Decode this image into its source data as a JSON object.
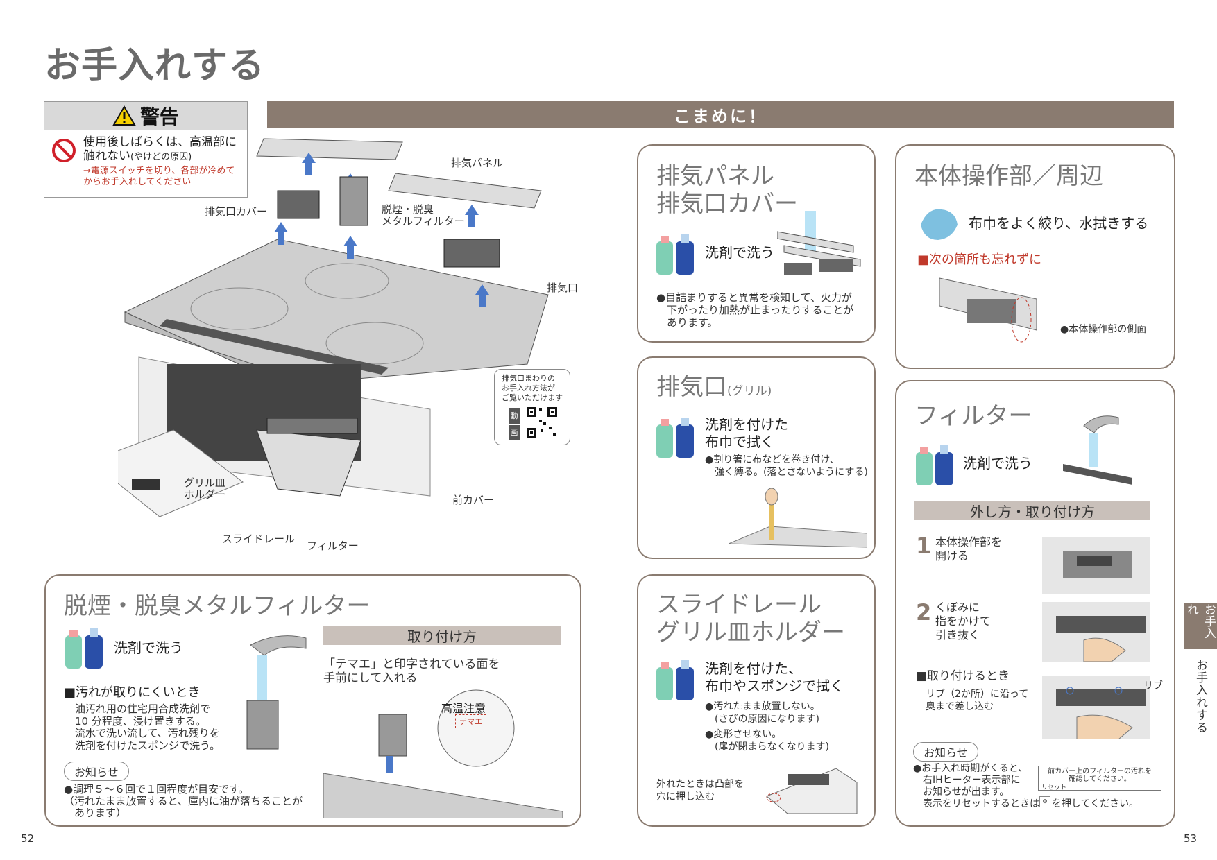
{
  "page_title": "お手入れする",
  "warning": {
    "heading": "警告",
    "main": "使用後しばらくは、高温部に触れない",
    "main_note": "(やけどの原因)",
    "action": "→電源スイッチを切り、各部が冷めてからお手入れしてください"
  },
  "banner": "こまめに！",
  "diagram_labels": {
    "exhaust_panel": "排気パネル",
    "exhaust_cover": "排気口カバー",
    "metal_filter": "脱煙・脱臭\nメタルフィルター",
    "exhaust_port": "排気口",
    "grill_holder": "グリル皿\nホルダー",
    "front_cover": "前カバー",
    "slide_rail": "スライドレール",
    "filter": "フィルター"
  },
  "qr": {
    "text": "排気口まわりの\nお手入れ方法が\nご覧いただけます",
    "tag1": "動",
    "tag2": "画"
  },
  "metal_filter_panel": {
    "title": "脱煙・脱臭メタルフィルター",
    "wash": "洗剤で洗う",
    "hard_heading": "■汚れが取りにくいとき",
    "hard_text": "油汚れ用の住宅用合成洗剤で\n10 分程度、浸け置きする。\n流水で洗い流して、汚れ残りを\n洗剤を付けたスポンジで洗う。",
    "oshirase": "お知らせ",
    "note": "●調理５～６回で１回程度が目安です。\n（汚れたまま放置すると、庫内に油が落ちることが\n　あります）",
    "attach_bar": "取り付け方",
    "attach_text": "「テマエ」と印字されている面を\n手前にして入れる",
    "hot_label": "高温注意",
    "temae": "テマエ"
  },
  "exhaust_panel_box": {
    "title": "排気パネル\n排気口カバー",
    "wash": "洗剤で洗う",
    "note": "●目詰まりすると異常を検知して、火力が\n　下がったり加熱が止まったりすることが\n　あります。"
  },
  "exhaust_port_box": {
    "title": "排気口",
    "title_sub": "(グリル)",
    "wash": "洗剤を付けた\n布巾で拭く",
    "note": "●割り箸に布などを巻き付け、\n　強く縛る。(落とさないようにする)"
  },
  "slide_rail_box": {
    "title": "スライドレール\nグリル皿ホルダー",
    "wash": "洗剤を付けた、\n布巾やスポンジで拭く",
    "note1": "●汚れたまま放置しない。\n　(さびの原因になります)",
    "note2": "●変形させない。\n　(扉が閉まらなくなります)",
    "remove": "外れたときは凸部を\n穴に押し込む"
  },
  "body_ops_box": {
    "title": "本体操作部／周辺",
    "wipe": "布巾をよく絞り、水拭きする",
    "reminder": "■次の箇所も忘れずに",
    "side_label": "●本体操作部の側面"
  },
  "filter_box": {
    "title": "フィルター",
    "wash": "洗剤で洗う",
    "bar": "外し方・取り付け方",
    "step1_num": "1",
    "step1": "本体操作部を\n開ける",
    "step2_num": "2",
    "step2": "くぼみに\n指をかけて\n引き抜く",
    "attach_heading": "■取り付けるとき",
    "attach_text": "リブ（2か所）に沿って\n奥まで差し込む",
    "rib_label": "リブ",
    "oshirase": "お知らせ",
    "note": "●お手入れ時期がくると、\n　右IHヒーター表示部に\n　お知らせが出ます。\n　表示をリセットするときは",
    "note_end": "を押してください。",
    "display_msg": "前カバー上のフィルターの汚れを\n確認してください。",
    "display_reset": "リセット"
  },
  "page_left": "52",
  "page_right": "53",
  "side_tab": "お手入れ",
  "side_text": "お手入れする",
  "colors": {
    "accent": "#8a7b70",
    "red": "#c0392b",
    "bottle_green": "#7fcfb4",
    "bottle_blue": "#2a4fa8"
  }
}
